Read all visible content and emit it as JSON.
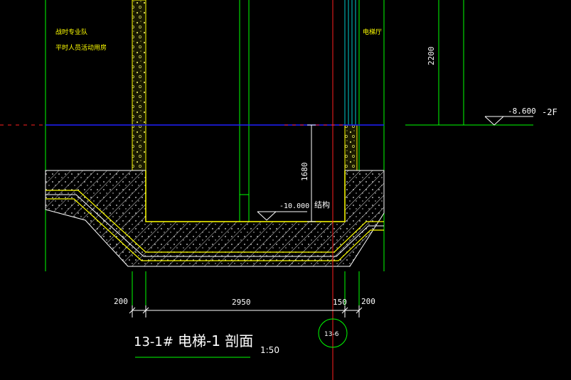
{
  "labels": {
    "room_left_line1": "战时专业队",
    "room_left_line2": "平时人员活动用房",
    "room_right": "电梯厅",
    "level_right_value": "-8.600",
    "level_right_floor": "-2F",
    "level_pit_value": "-10.000",
    "level_pit_note": "结构",
    "dim_vertical_upper": "2200",
    "dim_vertical_pit": "1680",
    "dim_bottom_left": "200",
    "dim_bottom_main": "2950",
    "dim_bottom_150": "150",
    "dim_bottom_right": "200",
    "detail_ref": "13-6",
    "title_prefix": "13-1#",
    "title_main": "电梯-1 剖面",
    "title_scale": "1:50"
  },
  "colors": {
    "background": "#000000",
    "concrete": "#ffff00",
    "hatch": "#ffffff",
    "green": "#00ff00",
    "red": "#ff0000",
    "blue": "#0000ff",
    "cyan": "#00ffff"
  }
}
